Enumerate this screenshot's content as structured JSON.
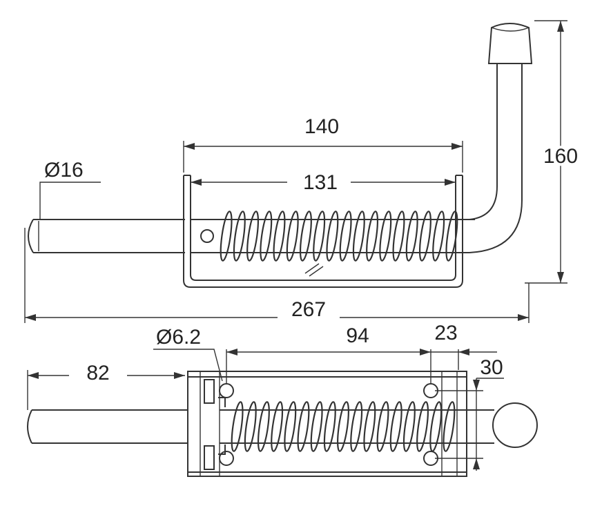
{
  "colors": {
    "line": "#333333",
    "text": "#222222",
    "background": "#ffffff"
  },
  "side_view": {
    "pin_diameter": "16",
    "bracket_outer_length": "140",
    "bracket_inner_length": "131",
    "handle_height": "160",
    "overall_length": "267"
  },
  "top_view": {
    "pin_extension": "82",
    "hole_diameter": "6.2",
    "hole_spacing": "94",
    "end_offset": "23",
    "bracket_width": "30"
  },
  "symbols": {
    "diameter": "Ø"
  }
}
